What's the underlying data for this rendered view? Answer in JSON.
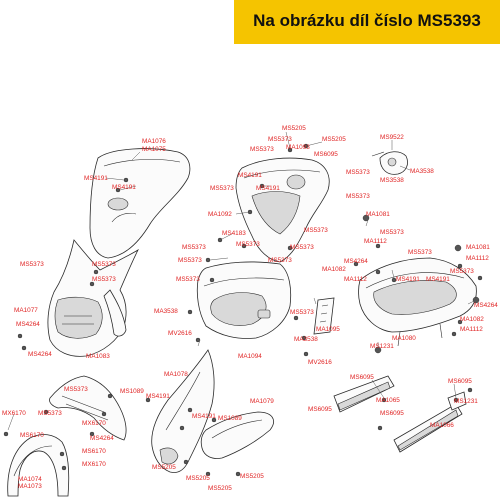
{
  "header": {
    "title": "Na obrázku díl číslo MS5393",
    "background": "#f5c400",
    "text_color": "#111111"
  },
  "diagram": {
    "label_color": "#e02424",
    "labels": {
      "ma1076": "MA1076",
      "ma1075": "MA1075",
      "ms4191_a": "MS4191",
      "ms4191_b": "MS4191",
      "ms5205_top": "MS5205",
      "ms5373_a": "MS5373",
      "ms5205_b": "MS5205",
      "ms5373_b": "MS5373",
      "ma1093": "MA1093",
      "ms6095_top": "MS6095",
      "ms9522": "MS9522",
      "ms3538_top": "MS3538",
      "ma3538_top": "MA3538",
      "ms4191_c": "MS4191",
      "ms4191_d": "MS4191",
      "ms5373_c": "MS5373",
      "ms5373_d": "MS5373",
      "ms5373_e": "MS5373",
      "ma1092": "MA1092",
      "ms5373_f": "MS5373",
      "ma1081_a": "MA1081",
      "ms4183": "MS4183",
      "ms5373_g": "MS5373",
      "ms5373_h": "MS5373",
      "ma1112_a": "MA1112",
      "ms5373_i": "MS5373",
      "ms5373_j": "MS5373",
      "ms5373_k": "MS5373",
      "ms4264_a": "MS4264",
      "ma1082_a": "MA1082",
      "ma1081_b": "MA1081",
      "ma1112_b": "MA1112",
      "ms5373_l": "MS5373",
      "ms5373_m": "MS5373",
      "ms5373_n": "MS5373",
      "ms5373_o": "MS5373",
      "ms5373_p": "MS5373",
      "ma1112_c": "MA1112",
      "ms4191_e": "MS4191",
      "ms4191_f": "MS4191",
      "ma1077": "MA1077",
      "ms4264_b": "MS4264",
      "ms4264_c": "MS4264",
      "ma3538_mid": "MA3538",
      "mv2616_a": "MV2616",
      "ms5373_q": "MS5373",
      "ma1094": "MA1094",
      "ma1095": "MA1095",
      "ma3538_b": "MA3538",
      "mv2616_b": "MV2616",
      "ms4264_d": "MS4264",
      "ma1082_b": "MA1082",
      "ma1112_d": "MA1112",
      "ma1080": "MA1080",
      "ms1231_a": "MS1231",
      "ms4264_e": "MS4264",
      "ma1083": "MA1083",
      "ms5373_r": "MS5373",
      "ma1078": "MA1078",
      "ms1089_a": "MS1089",
      "ms4191_g": "MS4191",
      "ma1079": "MA1079",
      "ms6095_a": "MS6095",
      "ma1065": "MA1065",
      "ms6095_b": "MS6095",
      "ms1231_b": "MS1231",
      "ms6095_c": "MS6095",
      "ms6095_d": "MS6095",
      "ma1066": "MA1066",
      "mx6170_a": "MX6170",
      "ms6170": "MS6170",
      "ms5373_s": "MS5373",
      "ms5373_t": "MS5373",
      "ms4191_h": "MS4191",
      "ms1089_b": "MS1089",
      "mx6170_b": "MX6170",
      "ms5373_u": "MS5373",
      "ms6170_b": "MS6170",
      "ma1074": "MA1074",
      "ma1073": "MA1073",
      "ms5205_c": "MS5205",
      "ms5205_d": "MS5205",
      "ms5205_e": "MS5205",
      "ms5205_f": "MS5205"
    }
  }
}
